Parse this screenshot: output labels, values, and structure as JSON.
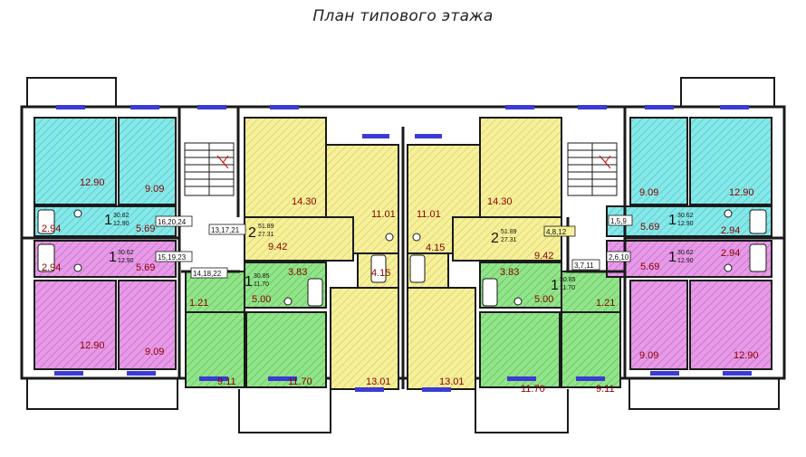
{
  "title": "План типового этажа",
  "colors": {
    "cyan": "#86e8e8",
    "magenta": "#e79ae7",
    "yellow": "#f6f09a",
    "green": "#92e48a",
    "wall": "#1a1a1a",
    "window": "#3b3bd6",
    "label": "#8b0000"
  },
  "rooms": [
    {
      "area": "12.90",
      "color": "cyan"
    },
    {
      "area": "9.09",
      "color": "cyan"
    },
    {
      "area": "2.94",
      "color": "cyan"
    },
    {
      "area": "5.69",
      "color": "cyan"
    },
    {
      "area": "2.94",
      "color": "magenta"
    },
    {
      "area": "5.69",
      "color": "magenta"
    },
    {
      "area": "12.90",
      "color": "magenta"
    },
    {
      "area": "9.09",
      "color": "magenta"
    },
    {
      "area": "14.30",
      "color": "yellow"
    },
    {
      "area": "11.01",
      "color": "yellow"
    },
    {
      "area": "9.42",
      "color": "yellow"
    },
    {
      "area": "4.15",
      "color": "yellow"
    },
    {
      "area": "13.01",
      "color": "yellow"
    },
    {
      "area": "3.83",
      "color": "green"
    },
    {
      "area": "5.00",
      "color": "green"
    },
    {
      "area": "1.21",
      "color": "green"
    },
    {
      "area": "9.11",
      "color": "green"
    },
    {
      "area": "11.70",
      "color": "green"
    },
    {
      "area": "11.01",
      "color": "yellow"
    },
    {
      "area": "14.30",
      "color": "yellow"
    },
    {
      "area": "4.15",
      "color": "yellow"
    },
    {
      "area": "9.42",
      "color": "yellow"
    },
    {
      "area": "13.01",
      "color": "yellow"
    },
    {
      "area": "3.83",
      "color": "green"
    },
    {
      "area": "5.00",
      "color": "green"
    },
    {
      "area": "1.21",
      "color": "green"
    },
    {
      "area": "11.70",
      "color": "green"
    },
    {
      "area": "9.11",
      "color": "green"
    },
    {
      "area": "9.09",
      "color": "cyan"
    },
    {
      "area": "12.90",
      "color": "cyan"
    },
    {
      "area": "5.69",
      "color": "cyan"
    },
    {
      "area": "2.94",
      "color": "cyan"
    },
    {
      "area": "2.94",
      "color": "magenta"
    },
    {
      "area": "5.69",
      "color": "magenta"
    },
    {
      "area": "9.09",
      "color": "magenta"
    },
    {
      "area": "12.90",
      "color": "magenta"
    }
  ],
  "apartments": [
    {
      "rooms": "1",
      "total": "30.62",
      "living": "12.90",
      "color": "cyan"
    },
    {
      "rooms": "1",
      "total": "30.62",
      "living": "12.90",
      "color": "magenta"
    },
    {
      "rooms": "2",
      "total": "51.89",
      "living": "27.31",
      "color": "yellow"
    },
    {
      "rooms": "1",
      "total": "30.85",
      "living": "11.70",
      "color": "green"
    },
    {
      "rooms": "2",
      "total": "51.89",
      "living": "27.31",
      "color": "yellow"
    },
    {
      "rooms": "1",
      "total": "30.85",
      "living": "11.70",
      "color": "green"
    },
    {
      "rooms": "1",
      "total": "30.62",
      "living": "12.90",
      "color": "cyan"
    },
    {
      "rooms": "1",
      "total": "30.62",
      "living": "12.90",
      "color": "magenta"
    }
  ],
  "room_ids": [
    "16,20,24",
    "15,19,23",
    "13,17,21",
    "14,18,22",
    "4,8,12",
    "1,5,9",
    "3,7,11",
    "2,6,10"
  ]
}
